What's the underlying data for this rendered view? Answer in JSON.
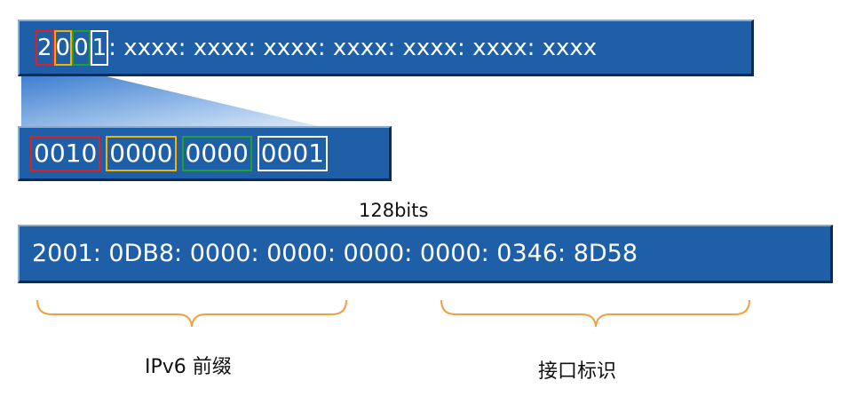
{
  "top_bar": {
    "digits": [
      "2",
      "0",
      "0",
      "1"
    ],
    "rest": ": xxxx: xxxx: xxxx: xxxx: xxxx: xxxx: xxxx"
  },
  "binary_bar": {
    "groups": [
      "0010",
      "0000",
      "0000",
      "0001"
    ]
  },
  "bits_label": "128bits",
  "address_bar": {
    "text": "2001: 0DB8: 0000: 0000: 0000: 0000: 0346: 8D58"
  },
  "prefix_label": "IPv6 前缀",
  "interface_label": "接口标识",
  "colors": {
    "bar_fill": "#1f5fa7",
    "highlight_1": "#e02020",
    "highlight_2": "#f0b400",
    "highlight_3": "#1ea02a",
    "highlight_4": "#ffffff",
    "brace": "#f0a040"
  }
}
